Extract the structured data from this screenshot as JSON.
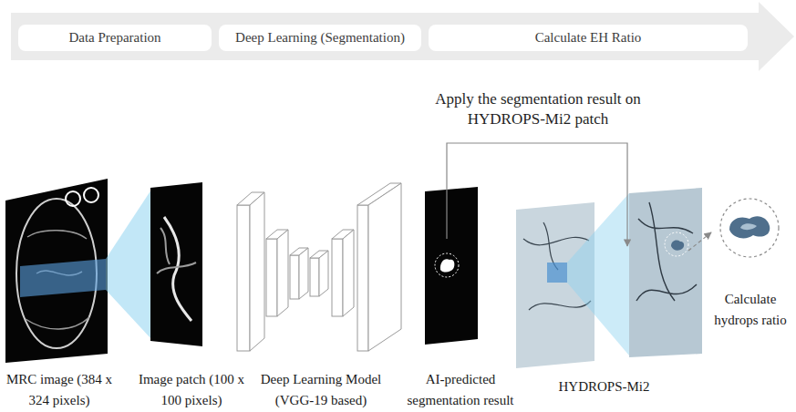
{
  "diagram": {
    "nodes": [
      {
        "text": [
          "Data Preparation"
        ]
      },
      {
        "text": [
          "Deep Learning (Segmentation)"
        ]
      },
      {
        "text": [
          "Calculate EH Ratio"
        ]
      },
      {
        "text": [
          "MRC image (384 x 324 pixels)"
        ]
      },
      {
        "text": [
          "Image patch (100 x 100 pixels)"
        ]
      },
      {
        "text": [
          "Deep Learning Model (VGG-19 based)"
        ]
      },
      {
        "text": [
          "AI-predicted segmentation result"
        ]
      },
      {
        "text": [
          "HYDROPS-Mi2"
        ]
      },
      {
        "text": [
          "Calculate hydrops ratio"
        ]
      }
    ],
    "edges": [
      {
        "from": 6,
        "to": 7,
        "arrow": "to",
        "label": "Apply the segmentation result on HYDROPS-Mi2 patch"
      },
      {
        "from": 7,
        "to": 8,
        "arrow": "to"
      }
    ]
  }
}
